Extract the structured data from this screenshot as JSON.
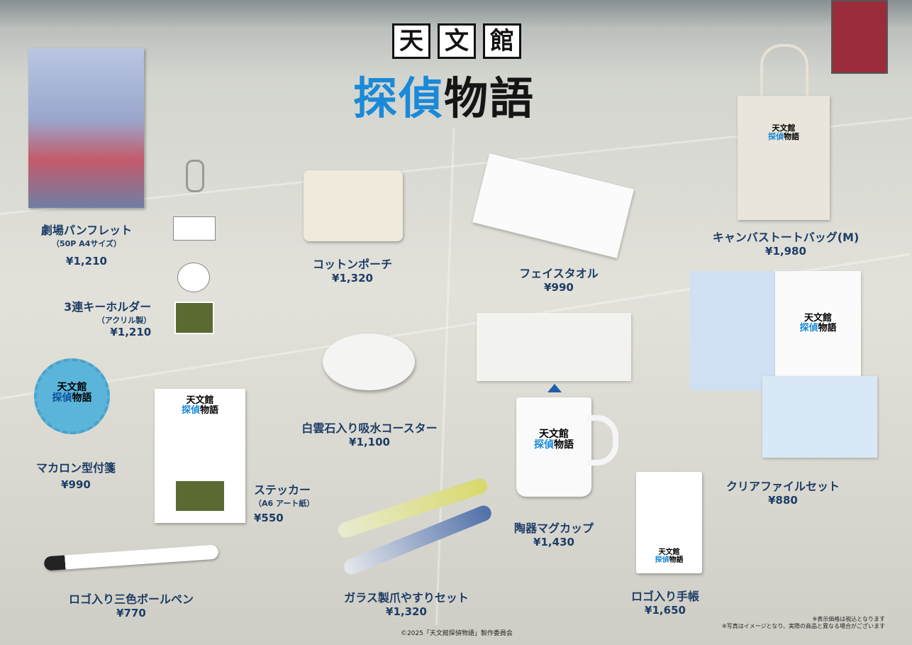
{
  "title": {
    "line1": [
      "天",
      "文",
      "館"
    ],
    "line2_blue": "探偵",
    "line2_black": "物語"
  },
  "colors": {
    "label_text": "#1d3d66",
    "logo_blue": "#1a8ad8",
    "logo_black": "#151515"
  },
  "products": [
    {
      "name": "劇場パンフレット",
      "sub": "（50P A4サイズ）",
      "price": "¥1,210"
    },
    {
      "name": "3連キーホルダー",
      "sub": "（アクリル製）",
      "price": "¥1,210"
    },
    {
      "name": "コットンポーチ",
      "price": "¥1,320"
    },
    {
      "name": "フェイスタオル",
      "price": "¥990"
    },
    {
      "name": "キャンバストートバッグ(M)",
      "price": "¥1,980"
    },
    {
      "name": "白雲石入り吸水コースター",
      "price": "¥1,100"
    },
    {
      "name": "マカロン型付箋",
      "price": "¥990"
    },
    {
      "name": "ステッカー",
      "sub": "（A6 アート紙）",
      "price": "¥550"
    },
    {
      "name": "クリアファイルセット",
      "price": "¥880"
    },
    {
      "name": "陶器マグカップ",
      "price": "¥1,430"
    },
    {
      "name": "ロゴ入り三色ボールペン",
      "price": "¥770"
    },
    {
      "name": "ガラス製爪やすりセット",
      "price": "¥1,320"
    },
    {
      "name": "ロゴ入り手帳",
      "price": "¥1,650"
    }
  ],
  "notes": [
    "※表示価格は税込となります",
    "※写真はイメージとなり、実際の商品と異なる場合がございます"
  ],
  "copyright": "©2025「天文館探偵物語」製作委員会"
}
